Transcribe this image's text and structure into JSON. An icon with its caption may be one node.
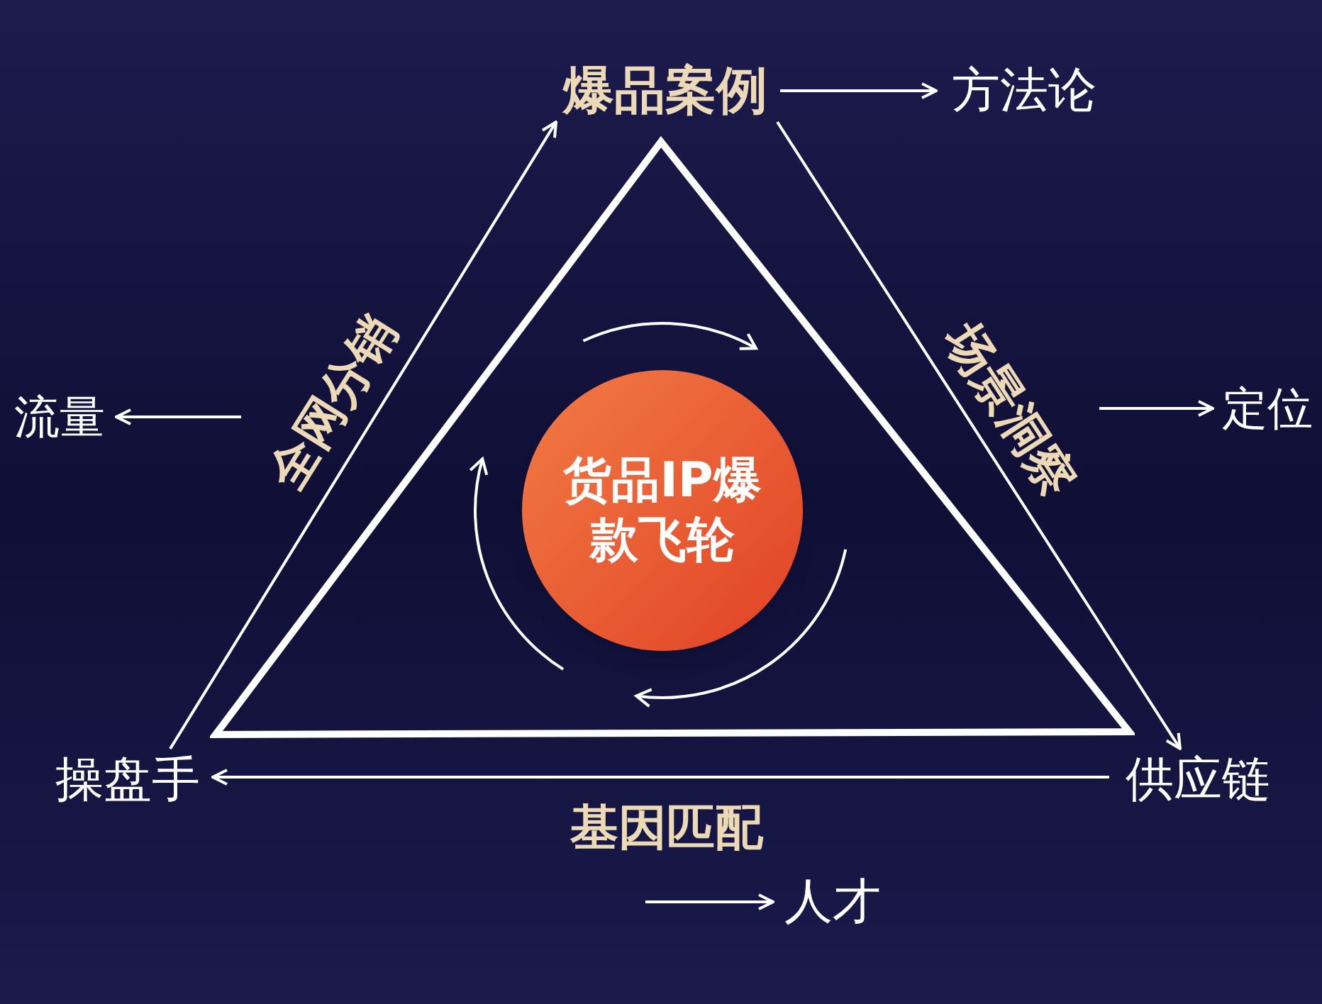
{
  "diagram": {
    "nodes": [
      {
        "text": [
          "爆品案例"
        ]
      },
      {
        "text": [
          "方法论"
        ]
      },
      {
        "text": [],
        "shape": "triangle"
      },
      {
        "text": [
          "流量"
        ]
      },
      {
        "text": [
          "定位"
        ]
      },
      {
        "text": [
          "货品IP爆款飞轮"
        ],
        "in": 2
      },
      {
        "text": [
          "操盘手"
        ]
      },
      {
        "text": [
          "供应链"
        ]
      },
      {
        "text": [
          "人才"
        ]
      }
    ],
    "edges": [
      {
        "from": 0,
        "to": 1,
        "arrow": "to"
      },
      {
        "from": null,
        "to": 3,
        "arrow": "to"
      },
      {
        "from": null,
        "to": 4,
        "arrow": "to"
      },
      {
        "from": 6,
        "to": 0,
        "arrow": "to",
        "label": "全网分销"
      },
      {
        "from": 0,
        "to": 7,
        "arrow": "to",
        "label": "场景洞察"
      },
      {
        "from": 7,
        "to": 6,
        "arrow": "to",
        "label": "基因匹配"
      },
      {
        "from": null,
        "to": 8,
        "arrow": "to"
      }
    ]
  }
}
